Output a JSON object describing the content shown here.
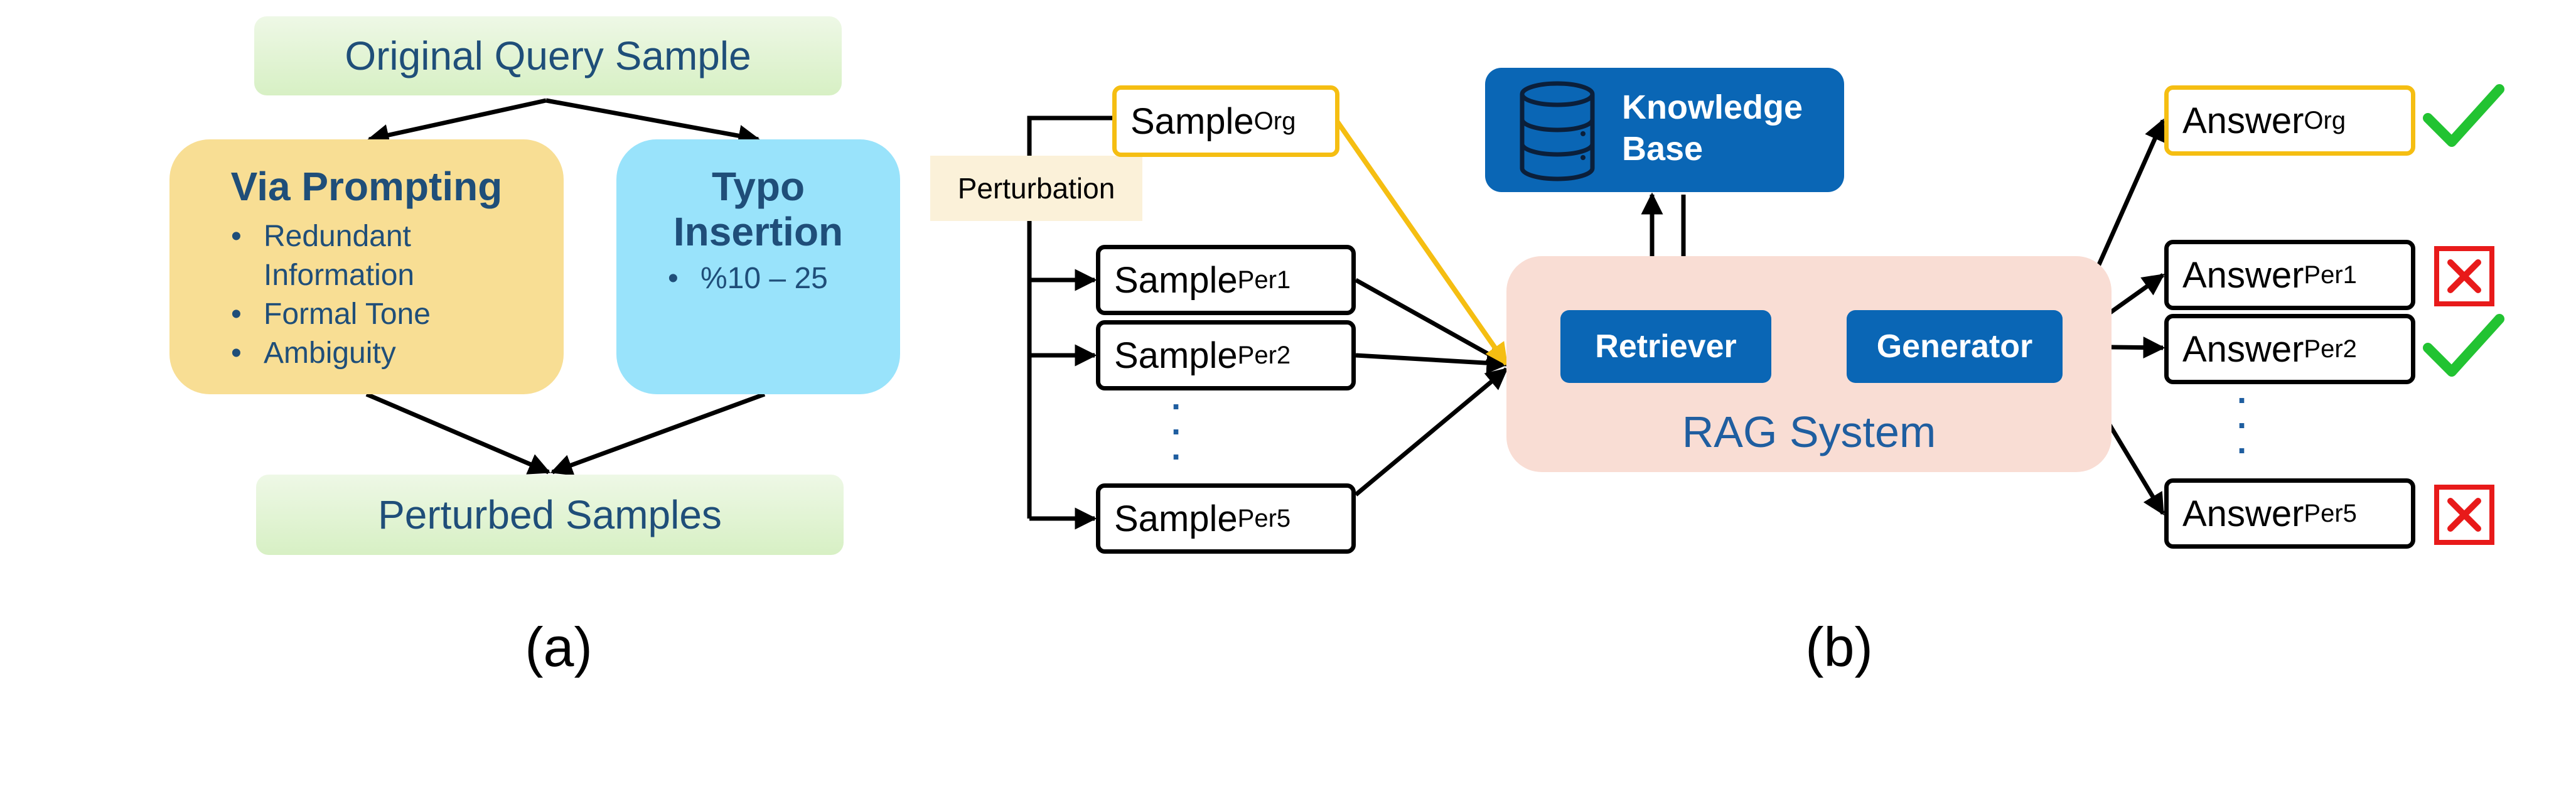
{
  "panel_a": {
    "top_box": "Original Query Sample",
    "prompting": {
      "title": "Via Prompting",
      "bullets": [
        "Redundant Information",
        "Formal Tone",
        "Ambiguity"
      ]
    },
    "typo": {
      "title_line1": "Typo",
      "title_line2": "Insertion",
      "bullets": [
        "%10 – 25"
      ]
    },
    "bottom_box": "Perturbed Samples",
    "caption": "(a)"
  },
  "panel_b": {
    "perturbation_label": "Perturbation",
    "samples": [
      {
        "base": "Sample",
        "sub": "Org"
      },
      {
        "base": "Sample",
        "sub": "Per1"
      },
      {
        "base": "Sample",
        "sub": "Per2"
      },
      {
        "base": "Sample",
        "sub": "Per5"
      }
    ],
    "knowledge_base": {
      "line1": "Knowledge",
      "line2": "Base",
      "icon": "database-icon"
    },
    "rag": {
      "label": "RAG System",
      "retriever": "Retriever",
      "generator": "Generator"
    },
    "answers": [
      {
        "base": "Answer",
        "sub": "Org",
        "result": "check"
      },
      {
        "base": "Answer",
        "sub": "Per1",
        "result": "cross"
      },
      {
        "base": "Answer",
        "sub": "Per2",
        "result": "check"
      },
      {
        "base": "Answer",
        "sub": "Per5",
        "result": "cross"
      }
    ],
    "caption": "(b)"
  },
  "colors": {
    "org_border": "#f5be12",
    "blue": "#0a66b5",
    "check": "#22c332",
    "cross": "#e81a1a",
    "rag_bg": "#f9ddd4"
  }
}
